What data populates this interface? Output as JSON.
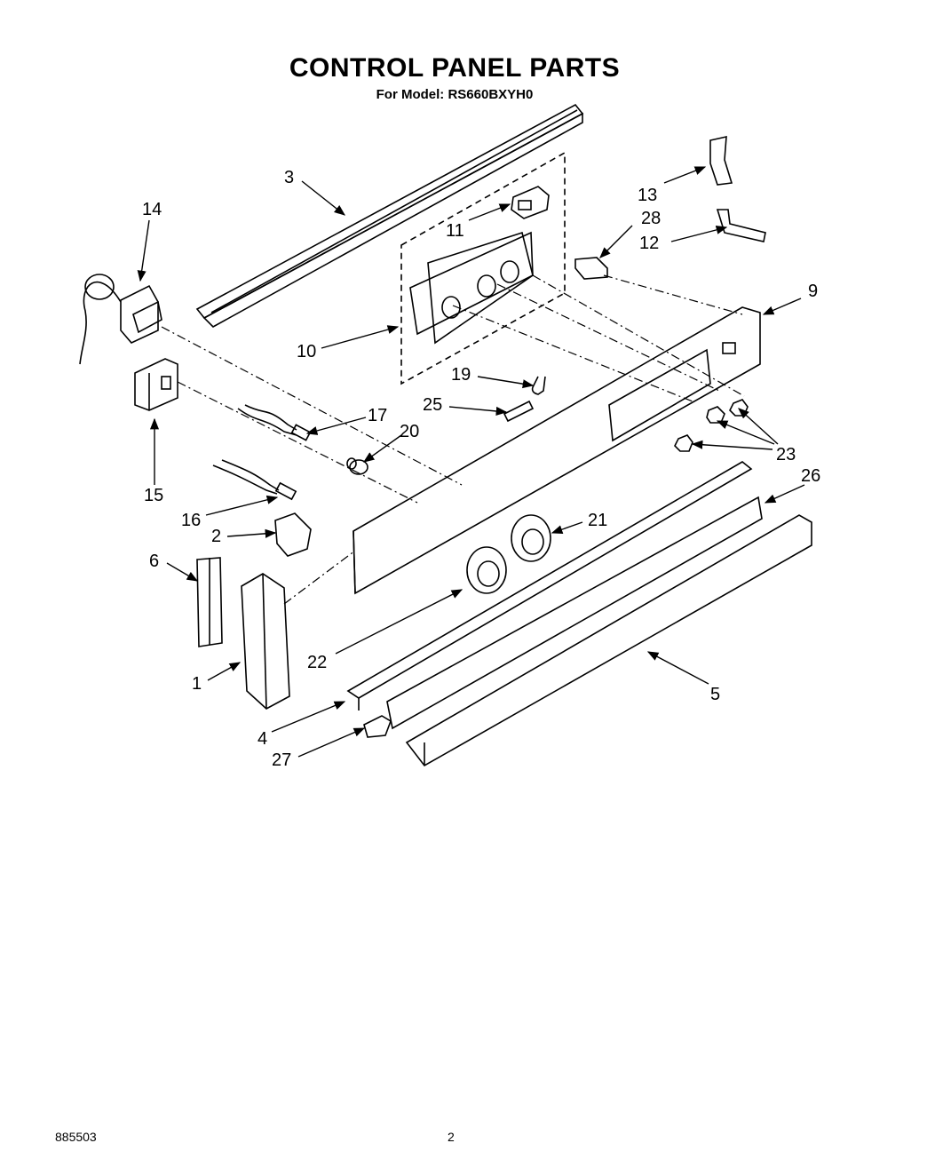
{
  "header": {
    "title": "CONTROL PANEL PARTS",
    "model_line": "For Model: RS660BXYH0"
  },
  "footer": {
    "doc_number": "885503",
    "page_number": "2"
  },
  "callouts": {
    "c1": "1",
    "c2": "2",
    "c3": "3",
    "c4": "4",
    "c5": "5",
    "c6": "6",
    "c9": "9",
    "c10": "10",
    "c11": "11",
    "c12": "12",
    "c13": "13",
    "c14": "14",
    "c15": "15",
    "c16": "16",
    "c17": "17",
    "c19": "19",
    "c20": "20",
    "c21": "21",
    "c22": "22",
    "c23": "23",
    "c25": "25",
    "c26": "26",
    "c27": "27",
    "c28": "28"
  }
}
